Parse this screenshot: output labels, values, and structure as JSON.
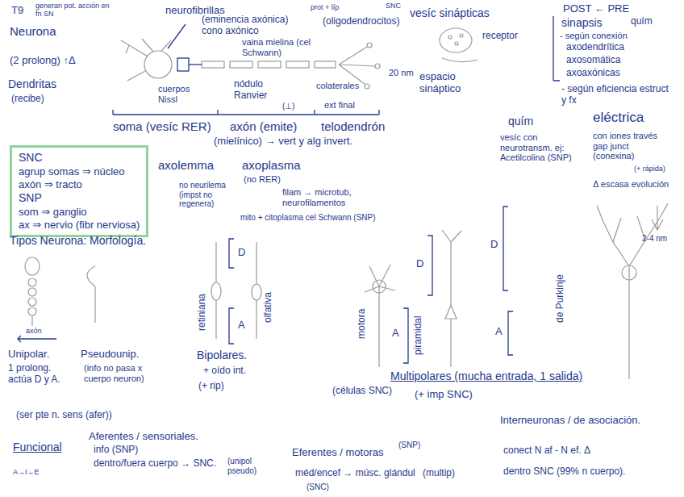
{
  "diagram": {
    "nodes": [
      {
        "text": [
          "SNC",
          "agrup somas ⇒ núcleo",
          "axón ⇒ tracto",
          "SNP",
          "som ⇒ ganglio",
          "ax ⇒ nervio (fibr nerviosa)"
        ]
      }
    ],
    "labels": [
      "T9",
      "generan pot. acción en fn SN",
      "Neurona",
      "(2 prolong) ↑Δ",
      "Dendritas",
      "(recibe)",
      "neurofibrillas",
      "(eminencia axónica) cono axónico",
      "prot + líp",
      "SNC",
      "vaina mielina (cel Schwann)",
      "(oligodendrocitos)",
      "cuerpos Nissl",
      "nódulo Ranvier",
      "(⊥)",
      "colaterales",
      "ext final",
      "soma (vesíc RER)",
      "axón (emite)",
      "telodendrón",
      "(mielínico) → vert y alg invert.",
      "axolemma",
      "axoplasma",
      "no neurilema (impst no regenera)",
      "(no RER)",
      "filam → microtub, neurofilamentos",
      "mito + citoplasma cel Schwann (SNP)",
      "vesíc sinápticas",
      "receptor",
      "20 nm",
      "espacio sináptico",
      "POST ← PRE",
      "sinapsis",
      "quím",
      "- según conexión",
      "axodendrítica",
      "axosomática",
      "axoaxónicas",
      "- según eficiencia estruct y fx",
      "quím",
      "eléctrica",
      "vesíc con neurotransm. ej: Acetilcolina (SNP)",
      "con iones través gap junct (conexina)",
      "(+ rápida)",
      "Δ escasa evolución",
      "2-4 nm",
      "Tipos Neurona: Morfología.",
      "axón",
      "Unipolar.",
      "1 prolong. actúa D y A.",
      "Pseudounip.",
      "(info no pasa x cuerpo neuron)",
      "D",
      "A",
      "retiniana",
      "olfativa",
      "Bipolares.",
      "+ oído int.",
      "(+ rip)",
      "motora",
      "piramidal",
      "de Purkinje",
      "D",
      "A",
      "D",
      "A",
      "(células SNC)",
      "Multipolares (mucha entrada, 1 salida)",
      "(+ imp SNC)",
      "(ser pte n. sens (afer))",
      "Funcional",
      "Aferentes / sensoriales.",
      "info (SNP)",
      "dentro/fuera cuerpo → SNC.",
      "(unipol pseudo)",
      "A→I→E",
      "Eferentes / motoras",
      "(SNP)",
      "méd/encef → músc. glándul",
      "(multip)",
      "(SNC)",
      "Interneuronas / de asociación.",
      "conect N af - N ef. Δ",
      "dentro SNC (99% n cuerpo)."
    ]
  }
}
